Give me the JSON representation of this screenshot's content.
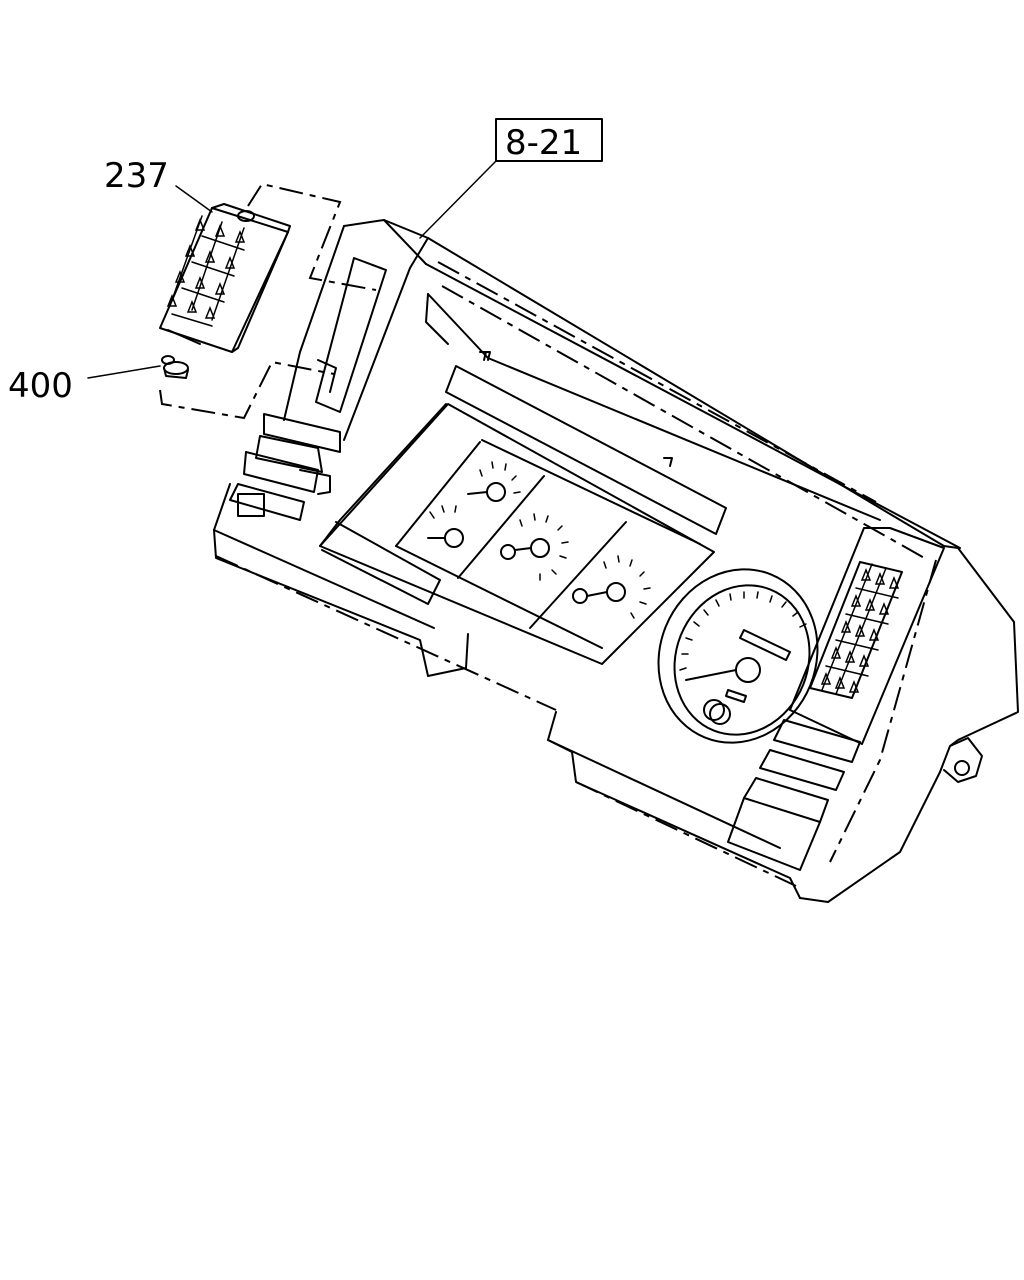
{
  "labels": {
    "part_237": "237",
    "part_400": "400",
    "ref_box": "8-21"
  }
}
